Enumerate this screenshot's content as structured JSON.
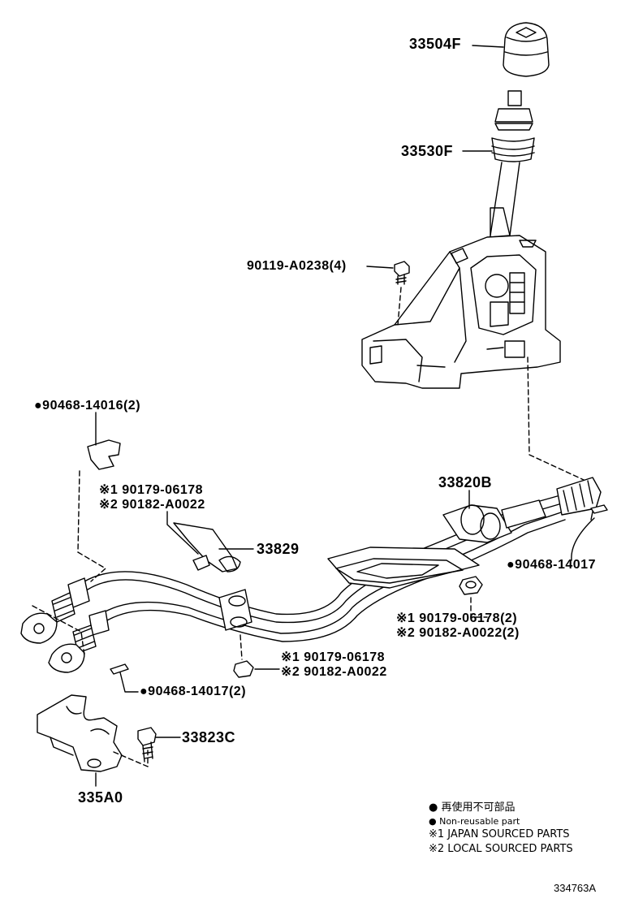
{
  "labels": {
    "knob": "33504F",
    "boot": "33530F",
    "bolt_a0238": "90119-A0238(4)",
    "clip_14016": "●90468-14016(2)",
    "nut1_a": "※1 90179-06178",
    "nut1_b": "※2 90182-A0022",
    "bracket_33829": "33829",
    "cable_assy": "33820B",
    "clip_14017": "●90468-14017",
    "nut2_a": "※1 90179-06178(2)",
    "nut2_b": "※2 90182-A0022(2)",
    "nut3_a": "※1 90179-06178",
    "nut3_b": "※2 90182-A0022",
    "clip_14017_2": "●90468-14017(2)",
    "bolt_33823c": "33823C",
    "bracket_335a0": "335A0"
  },
  "legend": {
    "line1": "● 再使用不可部品",
    "line2": "● Non-reusable part",
    "line3": "※1 JAPAN SOURCED PARTS",
    "line4": "※2 LOCAL SOURCED PARTS"
  },
  "diagram_id": "334763A"
}
